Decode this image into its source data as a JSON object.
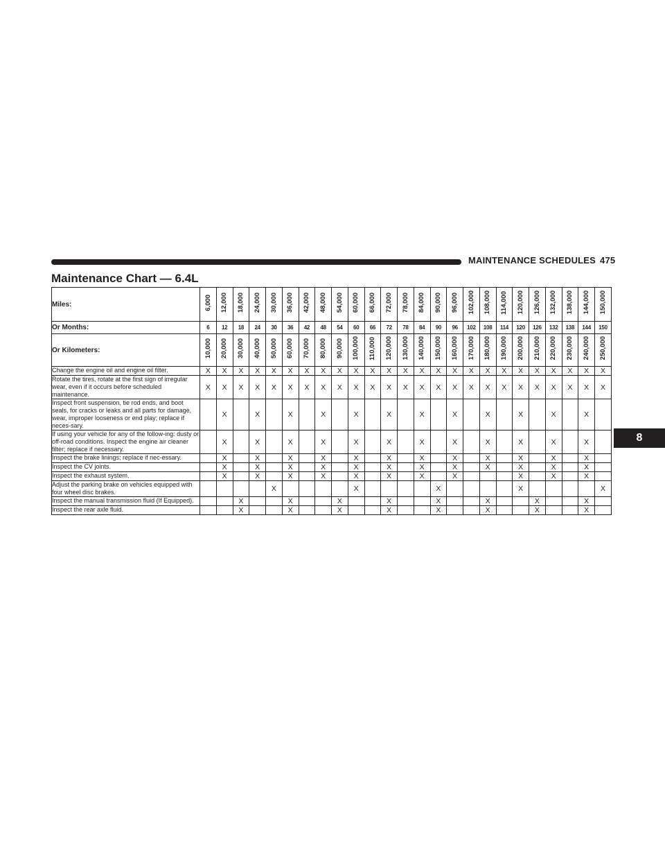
{
  "header": {
    "section_title": "MAINTENANCE SCHEDULES",
    "page_number": "475"
  },
  "page_title": "Maintenance Chart — 6.4L",
  "chapter_tab": "8",
  "table": {
    "labels": {
      "miles": "Miles:",
      "months": "Or Months:",
      "kilometers": "Or Kilometers:"
    },
    "miles": [
      "6,000",
      "12,000",
      "18,000",
      "24,000",
      "30,000",
      "36,000",
      "42,000",
      "48,000",
      "54,000",
      "60,000",
      "66,000",
      "72,000",
      "78,000",
      "84,000",
      "90,000",
      "96,000",
      "102,000",
      "108,000",
      "114,000",
      "120,000",
      "126,000",
      "132,000",
      "138,000",
      "144,000",
      "150,000"
    ],
    "months": [
      "6",
      "12",
      "18",
      "24",
      "30",
      "36",
      "42",
      "48",
      "54",
      "60",
      "66",
      "72",
      "78",
      "84",
      "90",
      "96",
      "102",
      "108",
      "114",
      "120",
      "126",
      "132",
      "138",
      "144",
      "150"
    ],
    "kilometers": [
      "10,000",
      "20,000",
      "30,000",
      "40,000",
      "50,000",
      "60,000",
      "70,000",
      "80,000",
      "90,000",
      "100,000",
      "110,000",
      "120,000",
      "130,000",
      "140,000",
      "150,000",
      "160,000",
      "170,000",
      "180,000",
      "190,000",
      "200,000",
      "210,000",
      "220,000",
      "230,000",
      "240,000",
      "250,000"
    ],
    "rows": [
      {
        "task": "Change the engine oil and engine oil filter.",
        "marks": [
          "X",
          "X",
          "X",
          "X",
          "X",
          "X",
          "X",
          "X",
          "X",
          "X",
          "X",
          "X",
          "X",
          "X",
          "X",
          "X",
          "X",
          "X",
          "X",
          "X",
          "X",
          "X",
          "X",
          "X",
          "X"
        ]
      },
      {
        "task": "Rotate the tires, rotate at the first sign of irregular wear, even if it occurs before scheduled maintenance.",
        "marks": [
          "X",
          "X",
          "X",
          "X",
          "X",
          "X",
          "X",
          "X",
          "X",
          "X",
          "X",
          "X",
          "X",
          "X",
          "X",
          "X",
          "X",
          "X",
          "X",
          "X",
          "X",
          "X",
          "X",
          "X",
          "X"
        ]
      },
      {
        "task": "Inspect front suspension, tie rod ends, and boot seals, for cracks or leaks and all parts for damage, wear, improper looseness or end play; replace if neces-sary.",
        "marks": [
          "",
          "X",
          "",
          "X",
          "",
          "X",
          "",
          "X",
          "",
          "X",
          "",
          "X",
          "",
          "X",
          "",
          "X",
          "",
          "X",
          "",
          "X",
          "",
          "X",
          "",
          "X",
          ""
        ]
      },
      {
        "task": "If using your vehicle for any of the follow-ing: dusty or off-road conditions. Inspect the engine air cleaner filter; replace if necessary.",
        "marks": [
          "",
          "X",
          "",
          "X",
          "",
          "X",
          "",
          "X",
          "",
          "X",
          "",
          "X",
          "",
          "X",
          "",
          "X",
          "",
          "X",
          "",
          "X",
          "",
          "X",
          "",
          "X",
          ""
        ]
      },
      {
        "task": "Inspect the brake linings; replace if nec-essary.",
        "marks": [
          "",
          "X",
          "",
          "X",
          "",
          "X",
          "",
          "X",
          "",
          "X",
          "",
          "X",
          "",
          "X",
          "",
          "X",
          "",
          "X",
          "",
          "X",
          "",
          "X",
          "",
          "X",
          ""
        ]
      },
      {
        "task": "Inspect the CV joints.",
        "marks": [
          "",
          "X",
          "",
          "X",
          "",
          "X",
          "",
          "X",
          "",
          "X",
          "",
          "X",
          "",
          "X",
          "",
          "X",
          "",
          "X",
          "",
          "X",
          "",
          "X",
          "",
          "X",
          ""
        ]
      },
      {
        "task": "Inspect the exhaust system.",
        "marks": [
          "",
          "X",
          "",
          "X",
          "",
          "X",
          "",
          "X",
          "",
          "X",
          "",
          "X",
          "",
          "X",
          "",
          "X",
          "",
          "",
          "",
          "X",
          "",
          "X",
          "",
          "X",
          ""
        ]
      },
      {
        "task": "Adjust the parking brake on vehicles equipped with four wheel disc brakes.",
        "marks": [
          "",
          "",
          "",
          "",
          "X",
          "",
          "",
          "",
          "",
          "X",
          "",
          "",
          "",
          "",
          "X",
          "",
          "",
          "",
          "",
          "X",
          "",
          "",
          "",
          "",
          "X"
        ]
      },
      {
        "task": "Inspect the manual transmission fluid (If Equipped).",
        "marks": [
          "",
          "",
          "X",
          "",
          "",
          "X",
          "",
          "",
          "X",
          "",
          "",
          "X",
          "",
          "",
          "X",
          "",
          "",
          "X",
          "",
          "",
          "X",
          "",
          "",
          "X",
          ""
        ]
      },
      {
        "task": "Inspect the rear axle fluid.",
        "marks": [
          "",
          "",
          "X",
          "",
          "",
          "X",
          "",
          "",
          "X",
          "",
          "",
          "X",
          "",
          "",
          "X",
          "",
          "",
          "X",
          "",
          "",
          "X",
          "",
          "",
          "X",
          ""
        ]
      }
    ]
  }
}
